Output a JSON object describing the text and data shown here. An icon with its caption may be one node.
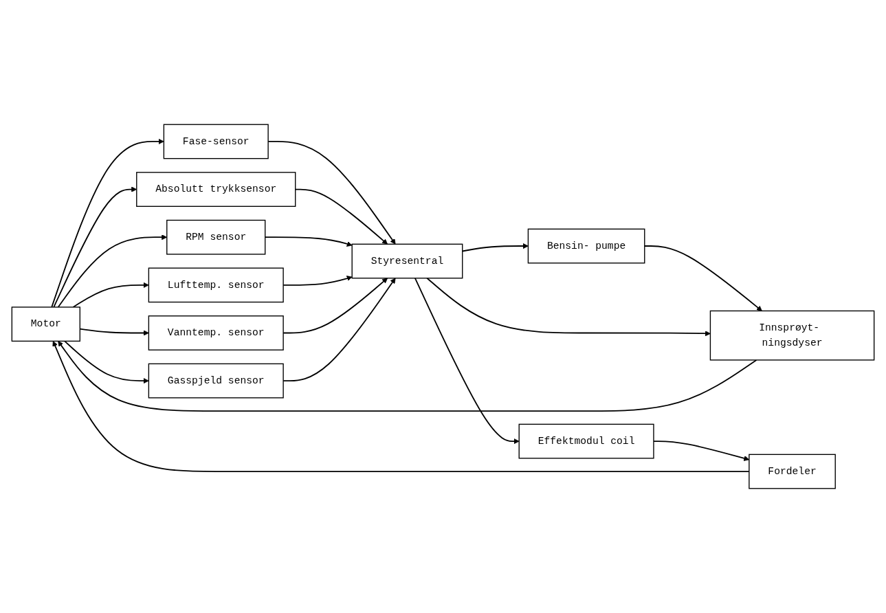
{
  "diagram": {
    "nodes": [
      {
        "text": [
          "Motor"
        ]
      },
      {
        "text": [
          "Bensin- pumpe"
        ]
      },
      {
        "text": [
          "Innsprøyt- ningsdyser"
        ]
      },
      {
        "text": [
          "Fordeler"
        ]
      },
      {
        "text": [
          "Effektmodul coil"
        ]
      },
      {
        "text": [
          "Fase-sensor"
        ]
      },
      {
        "text": [
          "Absolutt trykksensor"
        ]
      },
      {
        "text": [
          "RPM sensor"
        ]
      },
      {
        "text": [
          "Lufttemp. sensor"
        ]
      },
      {
        "text": [
          "Vanntemp. sensor"
        ]
      },
      {
        "text": [
          "Gasspjeld sensor"
        ]
      },
      {
        "text": [
          "Styresentral"
        ]
      }
    ],
    "edges": [
      {
        "from": 11,
        "to": 1,
        "arrow": "to"
      },
      {
        "from": 1,
        "to": 2,
        "arrow": "to"
      },
      {
        "from": 11,
        "to": 2,
        "arrow": "to"
      },
      {
        "from": 2,
        "to": 0,
        "arrow": "to"
      },
      {
        "from": 11,
        "to": 4,
        "arrow": "to"
      },
      {
        "from": 4,
        "to": 3,
        "arrow": "to"
      },
      {
        "from": 3,
        "to": 0,
        "arrow": "to"
      },
      {
        "from": 0,
        "to": 5,
        "arrow": "to"
      },
      {
        "from": 5,
        "to": 11,
        "arrow": "to"
      },
      {
        "from": 0,
        "to": 6,
        "arrow": "to"
      },
      {
        "from": 6,
        "to": 11,
        "arrow": "to"
      },
      {
        "from": 0,
        "to": 7,
        "arrow": "to"
      },
      {
        "from": 7,
        "to": 11,
        "arrow": "to"
      },
      {
        "from": 0,
        "to": 8,
        "arrow": "to"
      },
      {
        "from": 8,
        "to": 11,
        "arrow": "to"
      },
      {
        "from": 0,
        "to": 9,
        "arrow": "to"
      },
      {
        "from": 9,
        "to": 11,
        "arrow": "to"
      },
      {
        "from": 0,
        "to": 10,
        "arrow": "to"
      },
      {
        "from": 10,
        "to": 11,
        "arrow": "to"
      }
    ]
  }
}
